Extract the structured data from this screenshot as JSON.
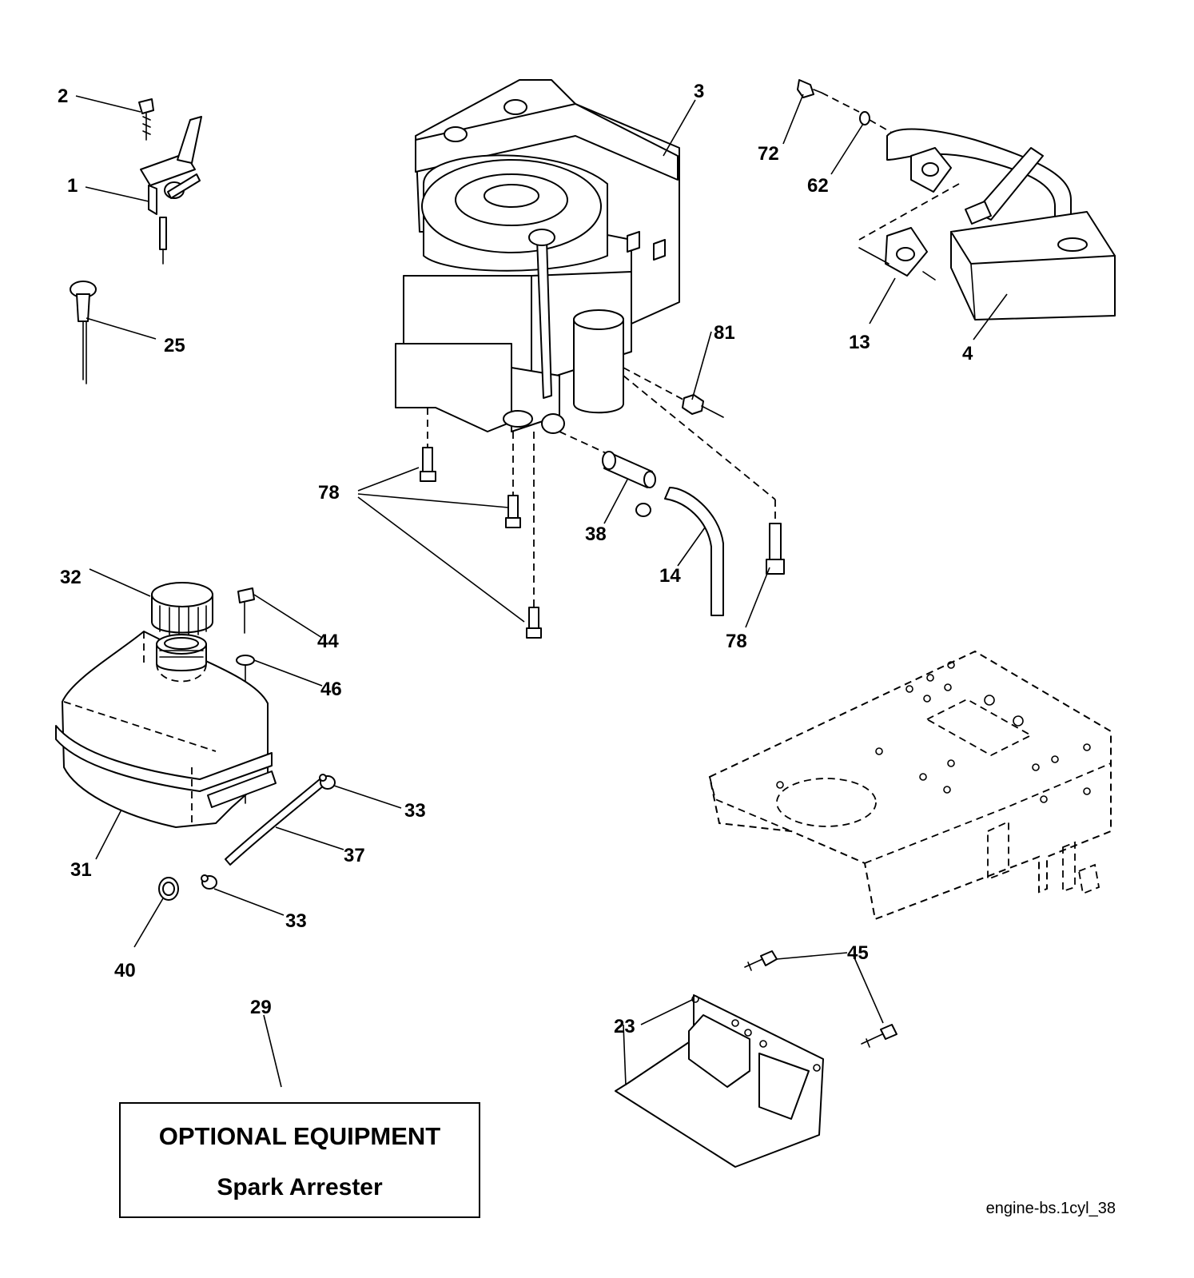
{
  "labels": {
    "l1": "1",
    "l2": "2",
    "l3": "3",
    "l4": "4",
    "l13": "13",
    "l14": "14",
    "l23": "23",
    "l25": "25",
    "l29": "29",
    "l31": "31",
    "l32": "32",
    "l33a": "33",
    "l33b": "33",
    "l37": "37",
    "l38": "38",
    "l40": "40",
    "l44": "44",
    "l45": "45",
    "l46": "46",
    "l62": "62",
    "l72": "72",
    "l78a": "78",
    "l78b": "78",
    "l81": "81"
  },
  "optional_box": {
    "title": "OPTIONAL EQUIPMENT",
    "subtitle": "Spark Arrester"
  },
  "footer": {
    "diagram_id": "engine-bs.1cyl_38"
  }
}
